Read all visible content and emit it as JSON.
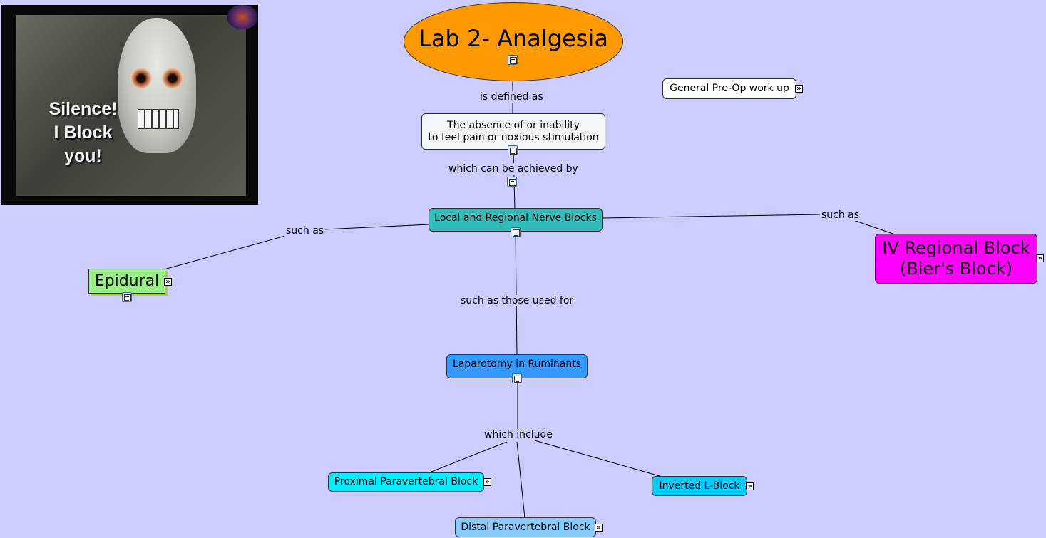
{
  "image": {
    "caption_line1": "Silence!",
    "caption_line2": "I Block you!"
  },
  "nodes": {
    "title": "Lab 2- Analgesia",
    "definition_line1": "The absence of or inability",
    "definition_line2": "to feel pain or noxious stimulation",
    "nerve_blocks": "Local and Regional Nerve Blocks",
    "epidural": "Epidural",
    "iv_block_line1": "IV Regional Block",
    "iv_block_line2": "(Bier's Block)",
    "laparotomy": "Laparotomy in Ruminants",
    "proximal": "Proximal Paravertebral Block",
    "distal": "Distal Paravertebral Block",
    "inverted_l": "Inverted L-Block",
    "preop": "General Pre-Op work up"
  },
  "links": {
    "defined_as": "is defined as",
    "achieved_by": "which can be achieved by",
    "such_as_left": "such as",
    "such_as_right": "such as",
    "used_for": "such as those used for",
    "include": "which include"
  },
  "colors": {
    "background": "#ccccff",
    "title_node": "#ff9900",
    "definition_node": "#f2f6f8",
    "nerve_blocks_node": "#33bbbb",
    "epidural_node": "#99ee88",
    "iv_block_node": "#ff00ff",
    "laparotomy_node": "#3399ff",
    "proximal_node": "#00eeff",
    "distal_node": "#88ccff",
    "inverted_l_node": "#00ccff",
    "preop_node": "#ffffff"
  },
  "icons": [
    "doc-icon",
    "expand-icon"
  ]
}
